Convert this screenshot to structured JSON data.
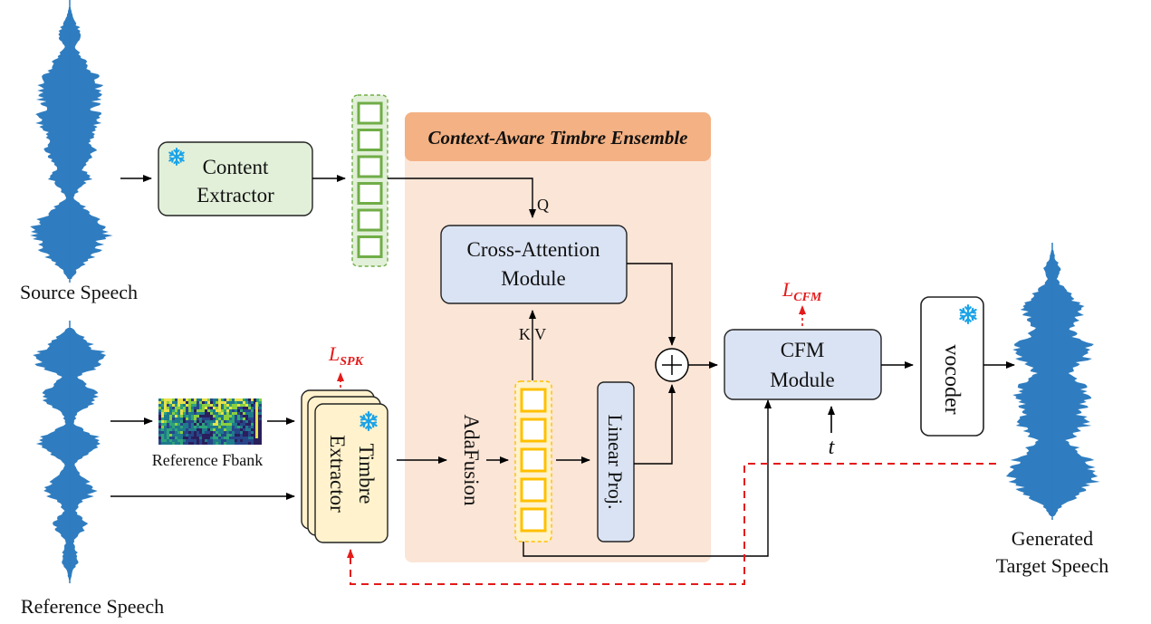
{
  "labels": {
    "source_speech": "Source Speech",
    "reference_speech": "Reference Speech",
    "content_extractor_line1": "Content",
    "content_extractor_line2": "Extractor",
    "cate_title": "Context-Aware Timbre Ensemble",
    "q": "Q",
    "kv": "K V",
    "cross_attention_line1": "Cross-Attention",
    "cross_attention_line2": "Module",
    "adafusion": "AdaFusion",
    "linear_proj": "Linear Proj.",
    "timbre_extractor_line1": "Timbre",
    "timbre_extractor_line2": "Extractor",
    "reference_fbank": "Reference Fbank",
    "loss_spk_main": "L",
    "loss_spk_sub": "SPK",
    "loss_cfm_main": "L",
    "loss_cfm_sub": "CFM",
    "cfm_line1": "CFM",
    "cfm_line2": "Module",
    "t": "t",
    "vocoder": "vocoder",
    "generated_line1": "Generated",
    "generated_line2": "Target Speech"
  },
  "icons": {
    "frozen": "snowflake-icon"
  },
  "colors": {
    "waveform": "#2f7dc0",
    "content_box": "#e2f0d9",
    "module_box": "#dae3f3",
    "timbre_box": "#fff2cc",
    "cate_bg": "#fbe5d6",
    "cate_header": "#f4b183",
    "green_embed": "#70ad47",
    "yellow_embed": "#ffc000",
    "loss_red": "#e41a1a",
    "snowflake": "#1aa3e8"
  }
}
